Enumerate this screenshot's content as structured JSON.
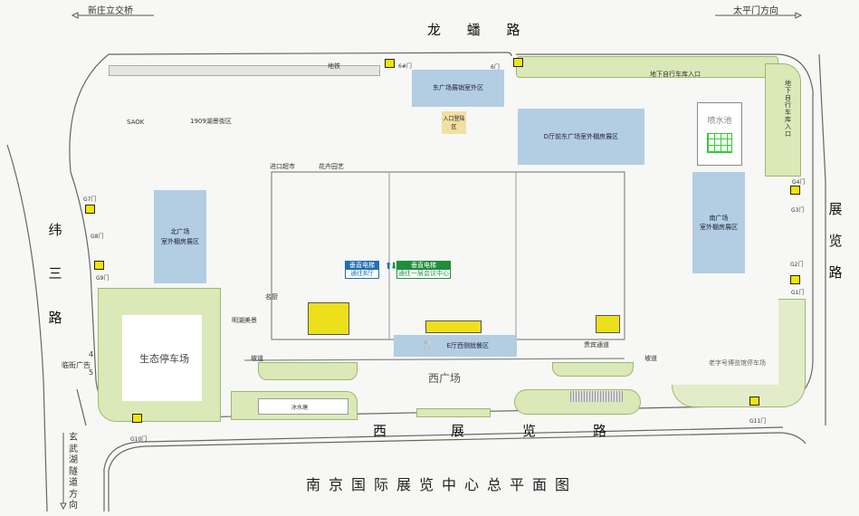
{
  "title": "南京国际展览中心总平面图",
  "directions": {
    "northwest": "新庄立交桥",
    "northeast": "太平门方向",
    "southwest": "玄武湖隧道方向"
  },
  "roads": {
    "north": "龙 蟠 路",
    "west": [
      "纬",
      "三",
      "路"
    ],
    "east": [
      "展",
      "览",
      "路"
    ],
    "south": [
      "西",
      "展",
      "览",
      "路"
    ]
  },
  "zones": {
    "east_plaza_sales": "东广场展销室外区",
    "hall_d_east_plaza": "D厅前东广场室外棚房展区",
    "north_plaza": [
      "北广场",
      "室外棚房展区"
    ],
    "south_plaza": [
      "南广场",
      "室外棚房展区"
    ],
    "hall_e_dining": "E厅西侧就餐区",
    "entrance_area": "入口登陆区",
    "fountain": "喷水池",
    "eco_parking": "生态停车场",
    "west_plaza": "西广场",
    "ice_pond": "冰水塘",
    "lake_district": "1909湖景街区",
    "saok": "SAOK",
    "subway": "地铁",
    "import_market": "进口超市",
    "flower_garden": "花卉园艺",
    "vip_passage": "贵宾通道",
    "ramp": "坡道",
    "lake_view": "明湖美景",
    "famous_chef": "名厨",
    "heritage_parking": "老字号博览馆停车场",
    "bike_garage_h": "地下自行车库入口",
    "bike_garage_v": "地下自行车库入口",
    "street_ad": "临街广告",
    "ad_4": "4",
    "ad_5": "5"
  },
  "elevators": [
    {
      "title": "垂直电梯",
      "dest": "通往B厅",
      "color": "#1f6fb5"
    },
    {
      "title": "垂直电梯",
      "dest": "通往一层会议中心",
      "color": "#1e8f3a"
    }
  ],
  "gates": {
    "g6a": "6#门",
    "g6b": "6门",
    "g4": "G4门",
    "g3": "G3门",
    "g2": "G2门",
    "g1": "G1门",
    "g11": "G11门",
    "g10": "G10门",
    "g9": "G9门",
    "g8": "G8门",
    "g7": "G7门"
  },
  "colors": {
    "zone_blue": "#b3cde3",
    "green": "#dbe8b8",
    "yellow": "#ece01c"
  }
}
